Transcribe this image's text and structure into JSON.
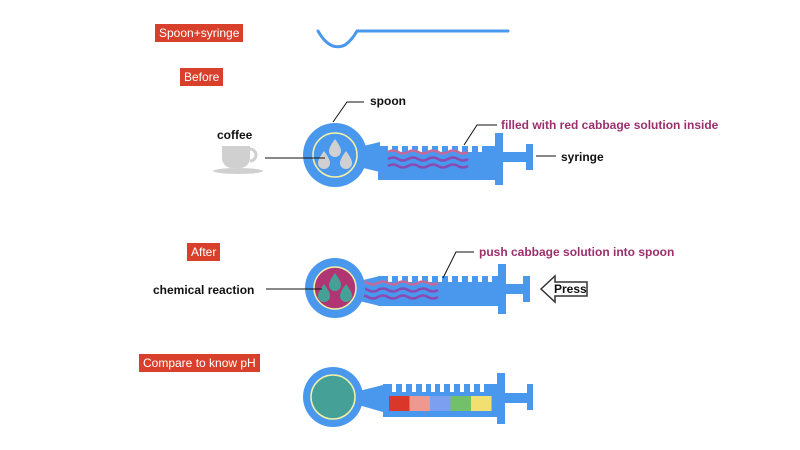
{
  "sections": {
    "spoon_syringe": "Spoon+syringe",
    "before": "Before",
    "after": "After",
    "compare": "Compare to know pH"
  },
  "labels": {
    "spoon": "spoon",
    "coffee": "coffee",
    "filled": "filled with red cabbage solution inside",
    "syringe": "syringe",
    "chemical_reaction": "chemical reaction",
    "push": "push cabbage solution into spoon",
    "press": "Press"
  },
  "colors": {
    "tag_bg": "#d9402b",
    "syringe_blue": "#4a98ee",
    "coffee_gray": "#d0d0d0",
    "cabbage_purple": "#8a4ab0",
    "cabbage_pink": "#c26a9b",
    "reaction_magenta": "#b03673",
    "reaction_teal": "#45a197",
    "ring_yellow": "#f4f2a8",
    "annotation_purple": "#9b2f6c"
  },
  "ph_scale": [
    {
      "name": "red",
      "color": "#d8372a"
    },
    {
      "name": "pink",
      "color": "#ee9990"
    },
    {
      "name": "blue",
      "color": "#7d9ff0"
    },
    {
      "name": "green",
      "color": "#72c06a"
    },
    {
      "name": "yellow",
      "color": "#f1e070"
    }
  ]
}
